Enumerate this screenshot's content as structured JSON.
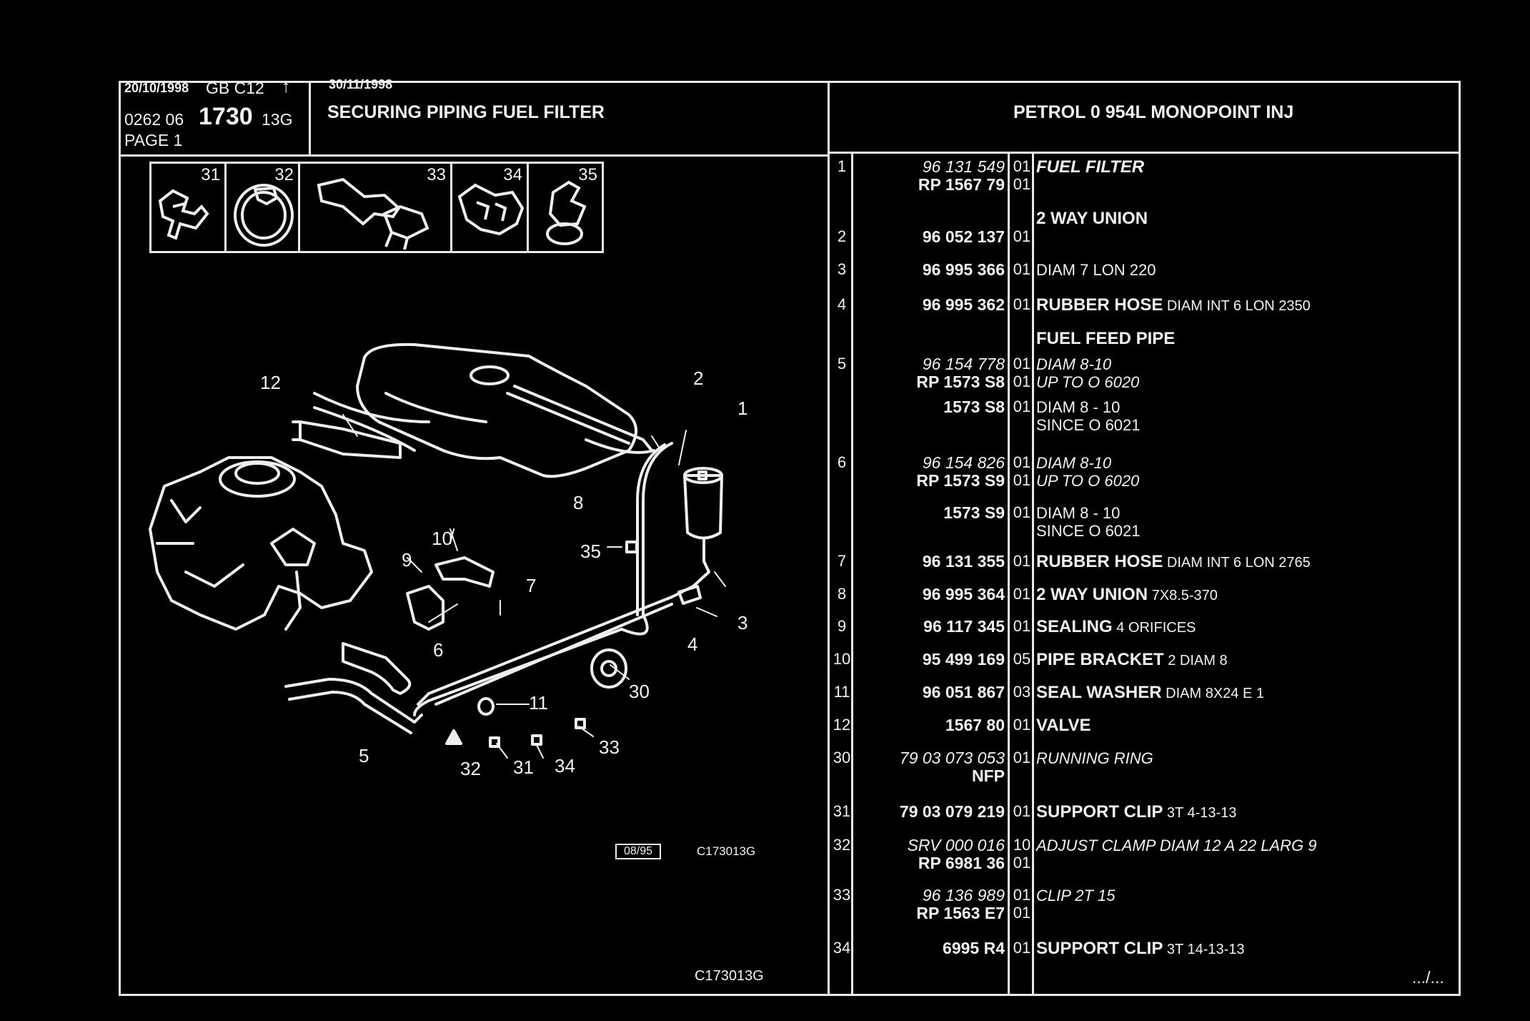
{
  "header": {
    "date1": "20/10/1998",
    "lang_code": "GB C12",
    "code_prefix": "0262 06",
    "code_main": "1730",
    "code_suffix": "13G",
    "page": "PAGE 1",
    "date2": "30/11/1998",
    "title": "SECURING PIPING FUEL FILTER",
    "engine": "PETROL 0 954L MONOPOINT INJ"
  },
  "thumbnails": [
    "31",
    "32",
    "33",
    "34",
    "35"
  ],
  "diagram": {
    "callouts": [
      "1",
      "2",
      "3",
      "4",
      "5",
      "6",
      "7",
      "8",
      "9",
      "10",
      "11",
      "12",
      "30",
      "31",
      "32",
      "33",
      "34",
      "35"
    ],
    "stamp_date": "08/95",
    "stamp_code": "C173013G",
    "footer_code": "C173013G"
  },
  "parts": [
    {
      "no": "1",
      "lines": [
        {
          "ref": "96 131 549",
          "ref_italic": true,
          "qty": "01",
          "desc_bold": "FUEL FILTER",
          "desc_rest": "",
          "italic": true
        },
        {
          "ref": "RP 1567 79",
          "ref_italic": false,
          "qty": "01",
          "desc_bold": "",
          "desc_rest": "",
          "italic": false
        }
      ]
    },
    {
      "no": "",
      "lines": [
        {
          "ref": "",
          "ref_italic": false,
          "qty": "",
          "desc_bold": "2 WAY UNION",
          "desc_rest": "",
          "italic": false
        }
      ]
    },
    {
      "no": "2",
      "lines": [
        {
          "ref": "96 052 137",
          "ref_italic": false,
          "qty": "01",
          "desc_bold": "",
          "desc_rest": "",
          "italic": false
        }
      ]
    },
    {
      "no": "3",
      "lines": [
        {
          "ref": "96 995 366",
          "ref_italic": false,
          "qty": "01",
          "desc_bold": "",
          "desc_rest": "DIAM 7 LON 220",
          "italic": false
        }
      ]
    },
    {
      "no": "4",
      "lines": [
        {
          "ref": "96 995 362",
          "ref_italic": false,
          "qty": "01",
          "desc_bold": "RUBBER HOSE",
          "desc_rest": " DIAM INT 6 LON 2350",
          "italic": false
        }
      ]
    },
    {
      "no": "",
      "lines": [
        {
          "ref": "",
          "ref_italic": false,
          "qty": "",
          "desc_bold": "FUEL FEED PIPE",
          "desc_rest": "",
          "italic": false
        }
      ]
    },
    {
      "no": "5",
      "lines": [
        {
          "ref": "96 154 778",
          "ref_italic": true,
          "qty": "01",
          "desc_bold": "",
          "desc_rest": "DIAM 8-10",
          "italic": true
        },
        {
          "ref": "RP 1573 S8",
          "ref_italic": false,
          "qty": "01",
          "desc_bold": "",
          "desc_rest": "UP TO O 6020",
          "italic": true
        }
      ]
    },
    {
      "no": "",
      "lines": [
        {
          "ref": "1573 S8",
          "ref_italic": false,
          "qty": "01",
          "desc_bold": "",
          "desc_rest": "DIAM 8 - 10",
          "italic": false
        },
        {
          "ref": "",
          "ref_italic": false,
          "qty": "",
          "desc_bold": "",
          "desc_rest": "SINCE O 6021",
          "italic": false
        }
      ]
    },
    {
      "no": "6",
      "lines": [
        {
          "ref": "96 154 826",
          "ref_italic": true,
          "qty": "01",
          "desc_bold": "",
          "desc_rest": "DIAM 8-10",
          "italic": true
        },
        {
          "ref": "RP 1573 S9",
          "ref_italic": false,
          "qty": "01",
          "desc_bold": "",
          "desc_rest": "UP TO O 6020",
          "italic": true
        }
      ]
    },
    {
      "no": "",
      "lines": [
        {
          "ref": "1573 S9",
          "ref_italic": false,
          "qty": "01",
          "desc_bold": "",
          "desc_rest": "DIAM 8 - 10",
          "italic": false
        },
        {
          "ref": "",
          "ref_italic": false,
          "qty": "",
          "desc_bold": "",
          "desc_rest": "SINCE O 6021",
          "italic": false
        }
      ]
    },
    {
      "no": "7",
      "lines": [
        {
          "ref": "96 131 355",
          "ref_italic": false,
          "qty": "01",
          "desc_bold": "RUBBER HOSE",
          "desc_rest": " DIAM INT 6 LON 2765",
          "italic": false
        }
      ]
    },
    {
      "no": "8",
      "lines": [
        {
          "ref": "96 995 364",
          "ref_italic": false,
          "qty": "01",
          "desc_bold": "2 WAY UNION",
          "desc_rest": " 7X8.5-370",
          "italic": false
        }
      ]
    },
    {
      "no": "9",
      "lines": [
        {
          "ref": "96 117 345",
          "ref_italic": false,
          "qty": "01",
          "desc_bold": "SEALING",
          "desc_rest": " 4 ORIFICES",
          "italic": false
        }
      ]
    },
    {
      "no": "10",
      "lines": [
        {
          "ref": "95 499 169",
          "ref_italic": false,
          "qty": "05",
          "desc_bold": "PIPE BRACKET",
          "desc_rest": " 2 DIAM 8",
          "italic": false
        }
      ]
    },
    {
      "no": "11",
      "lines": [
        {
          "ref": "96 051 867",
          "ref_italic": false,
          "qty": "03",
          "desc_bold": "SEAL WASHER",
          "desc_rest": " DIAM 8X24 E 1",
          "italic": false
        }
      ]
    },
    {
      "no": "12",
      "lines": [
        {
          "ref": "1567 80",
          "ref_italic": false,
          "qty": "01",
          "desc_bold": "VALVE",
          "desc_rest": "",
          "italic": false
        }
      ]
    },
    {
      "no": "30",
      "lines": [
        {
          "ref": "79 03 073 053",
          "ref_italic": true,
          "qty": "01",
          "desc_bold": "",
          "desc_rest": "RUNNING RING",
          "italic": true
        },
        {
          "ref": "NFP",
          "ref_italic": false,
          "qty": "",
          "desc_bold": "",
          "desc_rest": "",
          "italic": false
        }
      ]
    },
    {
      "no": "31",
      "lines": [
        {
          "ref": "79 03 079 219",
          "ref_italic": false,
          "qty": "01",
          "desc_bold": "SUPPORT CLIP",
          "desc_rest": " 3T 4-13-13",
          "italic": false
        }
      ]
    },
    {
      "no": "32",
      "lines": [
        {
          "ref": "SRV 000 016",
          "ref_italic": true,
          "qty": "10",
          "desc_bold": "",
          "desc_rest": "ADJUST CLAMP DIAM 12 A 22 LARG 9",
          "italic": true
        },
        {
          "ref": "RP 6981 36",
          "ref_italic": false,
          "qty": "01",
          "desc_bold": "",
          "desc_rest": "",
          "italic": false
        }
      ]
    },
    {
      "no": "33",
      "lines": [
        {
          "ref": "96 136 989",
          "ref_italic": true,
          "qty": "01",
          "desc_bold": "",
          "desc_rest": "CLIP 2T 15",
          "italic": true
        },
        {
          "ref": "RP 1563 E7",
          "ref_italic": false,
          "qty": "01",
          "desc_bold": "",
          "desc_rest": "",
          "italic": false
        }
      ]
    },
    {
      "no": "34",
      "lines": [
        {
          "ref": "6995 R4",
          "ref_italic": false,
          "qty": "01",
          "desc_bold": "SUPPORT CLIP",
          "desc_rest": " 3T 14-13-13",
          "italic": false
        }
      ]
    }
  ],
  "continuation": ".../..."
}
